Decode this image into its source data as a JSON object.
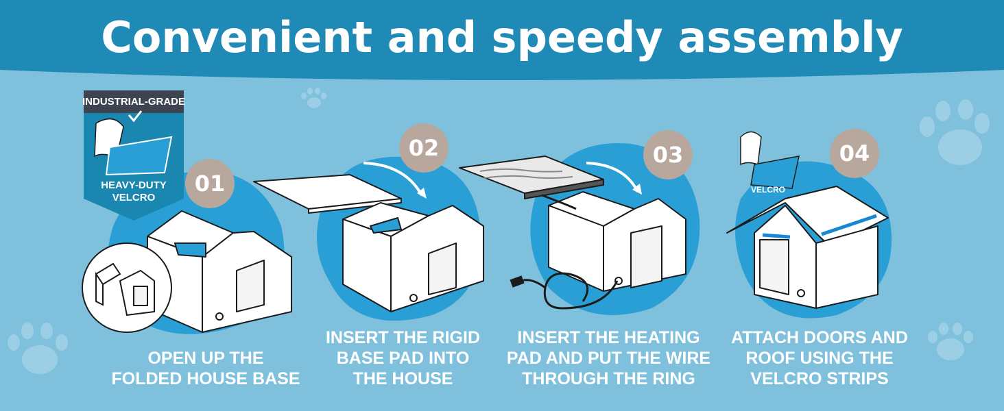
{
  "header": {
    "title": "Convenient and speedy assembly",
    "bg_color": "#1f8ab5"
  },
  "badge": {
    "top_text": "INDUSTRIAL-GRADE",
    "bottom_line1": "HEAVY-DUTY",
    "bottom_line2": "VELCRO"
  },
  "steps": [
    {
      "number": "01",
      "caption_lines": [
        "OPEN UP THE",
        "FOLDED HOUSE BASE"
      ]
    },
    {
      "number": "02",
      "caption_lines": [
        "INSERT THE RIGID",
        "BASE PAD INTO",
        "THE HOUSE"
      ]
    },
    {
      "number": "03",
      "caption_lines": [
        "INSERT THE HEATING",
        "PAD AND PUT THE WIRE",
        "THROUGH THE RING"
      ]
    },
    {
      "number": "04",
      "caption_lines": [
        "ATTACH DOORS AND",
        "ROOF USING THE",
        "VELCRO STRIPS"
      ]
    }
  ],
  "velcro_label": "VELCRO",
  "colors": {
    "background": "#7fc0dd",
    "blob": "#2a9fd6",
    "header": "#1f8ab5",
    "step_badge": "#b8a79c",
    "shield": "#1a87b0",
    "shield_top": "#3d4450"
  },
  "icons": [
    "paw-print-icon",
    "curved-arrow-icon",
    "plug-icon",
    "velcro-icon"
  ]
}
